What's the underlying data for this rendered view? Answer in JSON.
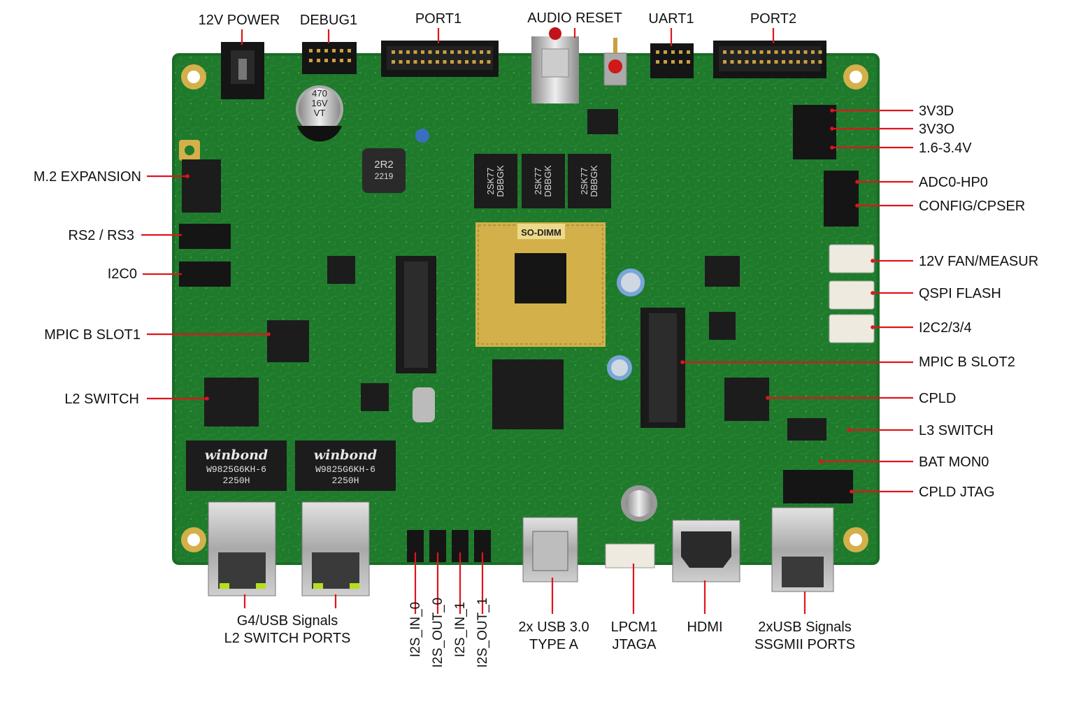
{
  "colors": {
    "pcb": "#1f7a2c",
    "pcb_dark": "#165e21",
    "leader": "#e0141b",
    "gold": "#d4b04a",
    "label_text": "#111111"
  },
  "board": {
    "capacitor_text": [
      "470",
      "16V",
      "VT"
    ],
    "inductor_text": [
      "2R2",
      "2219"
    ],
    "dram_chips": [
      {
        "line1": "2SK77",
        "line2": "DBBGK"
      },
      {
        "line1": "2SK77",
        "line2": "DBBGK"
      },
      {
        "line1": "2SK77",
        "line2": "DBBGK"
      }
    ],
    "sodimm_label": "SO-DIMM",
    "flash_chips": [
      {
        "brand": "winbond",
        "part": "W9825G6KH-6",
        "code": "2250H"
      },
      {
        "brand": "winbond",
        "part": "W9825G6KH-6",
        "code": "2250H"
      }
    ]
  },
  "labels": {
    "top": [
      "12V POWER",
      "DEBUG1",
      "PORT1",
      "AUDIO RESET",
      "UART1",
      "PORT2"
    ],
    "left": [
      "M.2 EXPANSION",
      "RS2 / RS3",
      "I2C0",
      "MPIC B SLOT1",
      "L2 SWITCH"
    ],
    "right": [
      "3V3D",
      "3V3O",
      "1.6-3.4V",
      "ADC0-HP0",
      "CONFIG/CPSER",
      "12V FAN/MEASUR",
      "QSPI FLASH",
      "I2C2/3/4",
      "MPIC B SLOT2",
      "CPLD",
      "L3 SWITCH",
      "BAT MON0",
      "CPLD JTAG"
    ],
    "bottom_vertical": [
      "I2S_IN_0",
      "I2S_OUT_0",
      "I2S_IN_1",
      "I2S_OUT_1"
    ],
    "bottom": [
      {
        "line1": "G4/USB Signals",
        "line2": "L2 SWITCH PORTS"
      },
      {
        "line1": "2x USB 3.0",
        "line2": "TYPE A"
      },
      {
        "line1": "LPCM1",
        "line2": "JTAGA"
      },
      {
        "line1": "HDMI",
        "line2": ""
      },
      {
        "line1": "2xUSB Signals",
        "line2": "SSGMII PORTS"
      }
    ]
  }
}
